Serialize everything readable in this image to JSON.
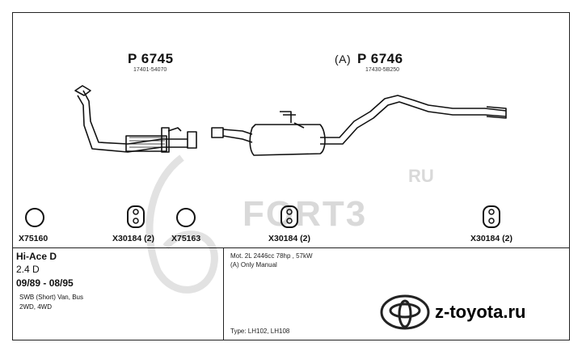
{
  "parts": {
    "front": {
      "number": "P 6745",
      "oem": "17401-54070"
    },
    "rear": {
      "prefix": "(A)",
      "number": "P 6746",
      "oem": "17430-5B250"
    }
  },
  "fittings": [
    {
      "code": "X75160",
      "icon": "ring-icon"
    },
    {
      "code": "X30184 (2)",
      "icon": "hanger-icon"
    },
    {
      "code": "X75163",
      "icon": "ring-icon"
    },
    {
      "code": "X30184 (2)",
      "icon": "hanger-icon"
    },
    {
      "code": "X30184 (2)",
      "icon": "hanger-icon"
    }
  ],
  "vehicle": {
    "model": "Hi-Ace D",
    "engine": "2.4 D",
    "years": "09/89 - 08/95",
    "body_line1": "SWB (Short) Van, Bus",
    "body_line2": "2WD, 4WD"
  },
  "info": {
    "motor": "Mot. 2L 2446cc 78hp , 57kW",
    "note": "(A) Only Manual",
    "type": "Type:  LH102, LH108"
  },
  "watermark": {
    "text": "FORT3",
    "suffix": "RU"
  },
  "brand": {
    "text": "z-toyota.ru",
    "icon": "toyota-logo-icon"
  }
}
